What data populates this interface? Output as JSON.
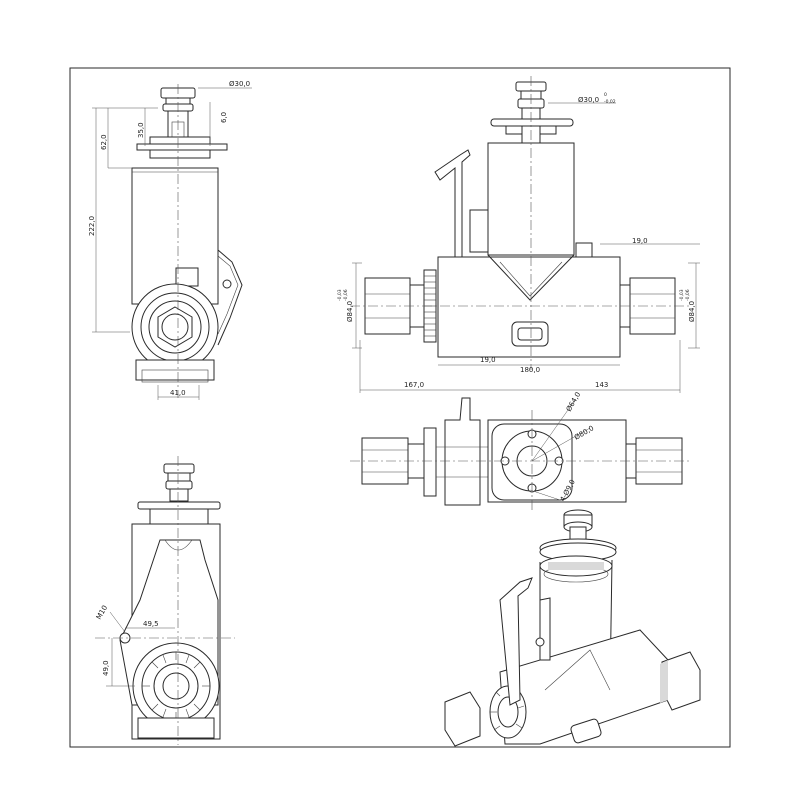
{
  "dimensions": {
    "d30_top_left": "Ø30,0",
    "d62": "62,0",
    "d35": "35,0",
    "d6": "6,0",
    "d222": "222,0",
    "d41": "41,0",
    "d30_tol_main": "Ø30,0",
    "d30_tol_up": "0",
    "d30_tol_low": "-0,02",
    "d19_right": "19,0",
    "d84_left": "Ø84,0",
    "d84_left_tol_up": "-0,03",
    "d84_left_tol_low": "-0,06",
    "d84_right": "Ø84,0",
    "d84_right_tol_up": "-0,03",
    "d84_right_tol_low": "-0,06",
    "d19_bottom": "19,0",
    "d180": "180,0",
    "d167": "167,0",
    "d143": "143",
    "d64": "Ø64,0",
    "d80": "Ø80,0",
    "holes": "4-Ø9,0",
    "m10": "M10",
    "d49_5": "49,5",
    "d49": "49,0"
  }
}
